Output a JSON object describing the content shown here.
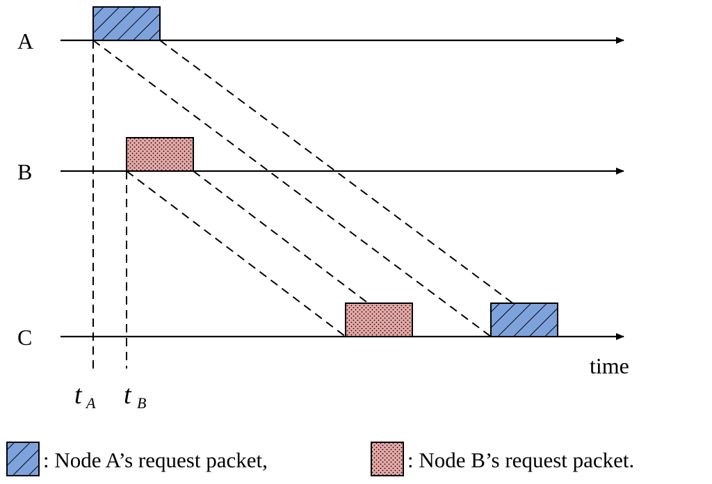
{
  "nodes": [
    {
      "id": "A",
      "label": "A"
    },
    {
      "id": "B",
      "label": "B"
    },
    {
      "id": "C",
      "label": "C"
    }
  ],
  "axis_label": "time",
  "time_markers": [
    {
      "id": "tA",
      "main": "t",
      "sub": "A"
    },
    {
      "id": "tB",
      "main": "t",
      "sub": "B"
    }
  ],
  "legend": {
    "node_a_packet": ": Node A’s request packet,",
    "node_b_packet": ": Node B’s request packet."
  },
  "colors": {
    "node_a_packet": "#7ea2dc",
    "node_b_packet": "#e8a8a8",
    "line": "#000000"
  }
}
